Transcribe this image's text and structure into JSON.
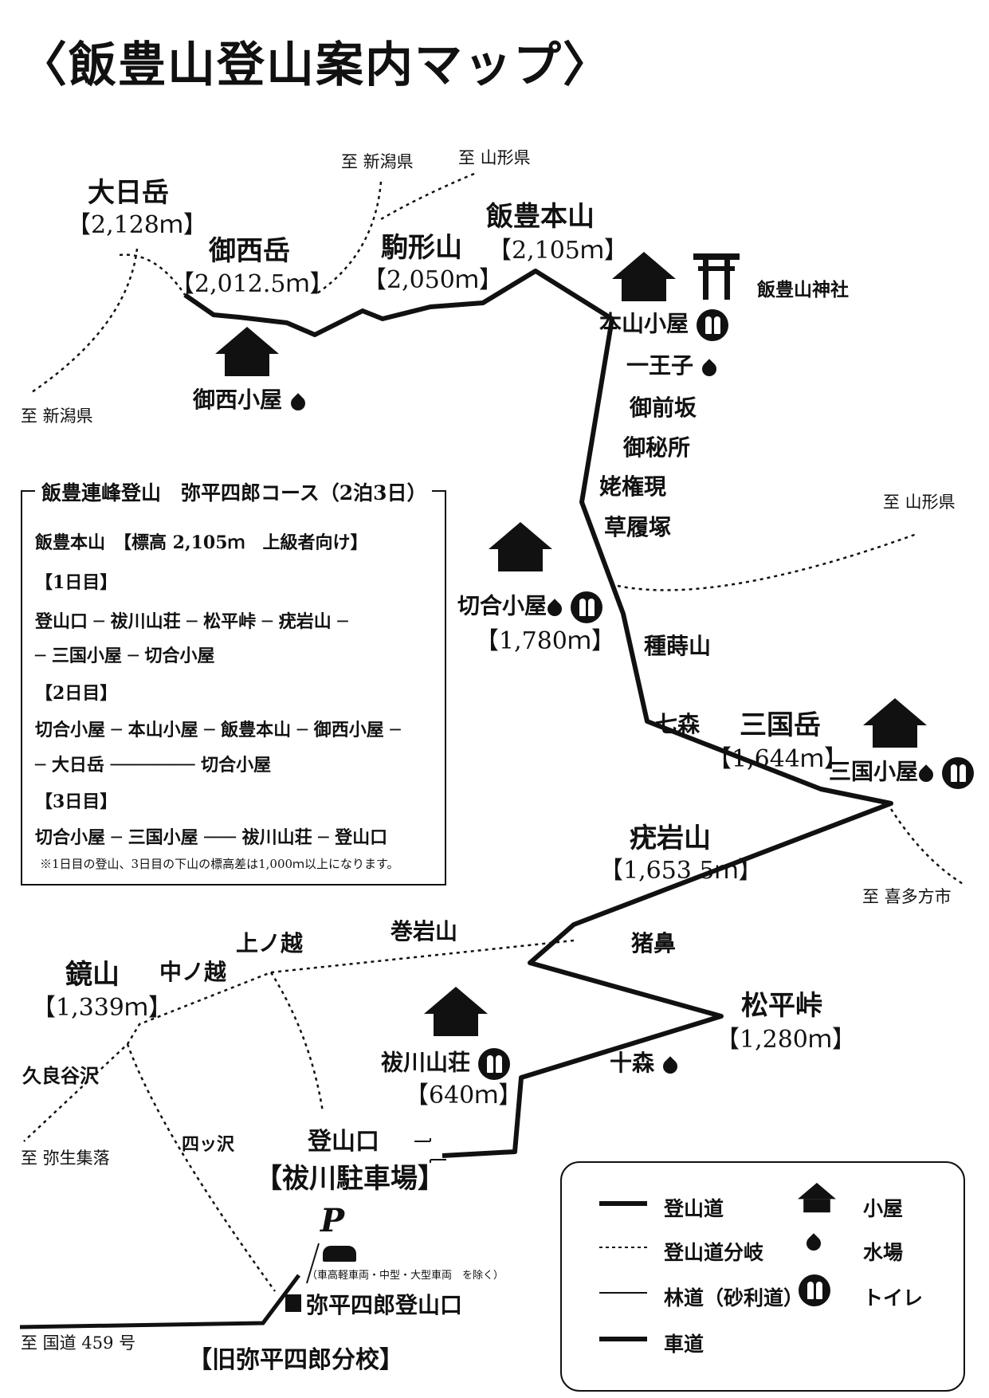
{
  "title": "〈飯豊山登山案内マップ〉",
  "peaks": {
    "dainichi": {
      "name": "大日岳",
      "elev": "【2,128ｍ】"
    },
    "onishi": {
      "name": "御西岳",
      "elev": "【2,012.5ｍ】"
    },
    "komagata": {
      "name": "駒形山",
      "elev": "【2,050ｍ】"
    },
    "iide_honzan": {
      "name": "飯豊本山",
      "elev": "【2,105ｍ】"
    },
    "mikuni": {
      "name": "三国岳",
      "elev": "【1,644ｍ】"
    },
    "kiwamaru": {
      "name": "疣岩山",
      "elev": "【1,653.5ｍ】"
    },
    "matsudaira": {
      "name": "松平峠",
      "elev": "【1,280ｍ】"
    },
    "kagami": {
      "name": "鏡山",
      "elev": "【1,339ｍ】"
    }
  },
  "huts": {
    "onishi": "御西小屋",
    "honzan": "本山小屋",
    "kiriai": {
      "name": "切合小屋",
      "elev": "【1,780ｍ】"
    },
    "mikuni": "三国小屋",
    "kayokawa": {
      "name": "祓川山荘",
      "elev": "【640ｍ】"
    }
  },
  "places": {
    "shrine": "飯豊山神社",
    "ichioji": "一王子",
    "gozenzaka": "御前坂",
    "ohisho": "御秘所",
    "ubagongen": "姥権現",
    "zoriduka": "草履塚",
    "taneirayama": "種蒔山",
    "shichimori": "七森",
    "inohana": "猪鼻",
    "jumori": "十森",
    "makiiwayama": "巻岩山",
    "kaminokoshi": "上ノ越",
    "nakanokoshi": "中ノ越",
    "kuraya": "久良谷沢",
    "yotsuya": "四ッ沢",
    "trailhead": "登山口",
    "parking": "【祓川駐車場】",
    "parking_p": "P",
    "car_note": "（車高軽車両・中型・大型車両　を除く）",
    "yaheishiro_trailhead": "弥平四郎登山口",
    "old_school": "【旧弥平四郎分校】"
  },
  "directions": {
    "niigata_left": "至 新潟県",
    "niigata_top": "至 新潟県",
    "yamagata_top": "至 山形県",
    "yamagata_right": "至 山形県",
    "kitakata": "至 喜多方市",
    "yayoi": "至 弥生集落",
    "route459": "至 国道 459 号"
  },
  "course": {
    "caption": "飯豊連峰登山　弥平四郎コース（2泊3日）",
    "lines": [
      "飯豊本山　【標高 2,105ｍ　上級者向け】",
      "【1日目】",
      "登山口 ─ 祓川山荘 ─ 松平峠 ─ 疣岩山 ─",
      "─ 三国小屋 ─ 切合小屋",
      "【2日目】",
      "切合小屋 ─ 本山小屋 ─ 飯豊本山 ─ 御西小屋 ─",
      "─ 大日岳 ──────── 切合小屋",
      "【3日目】",
      "切合小屋 ─ 三国小屋 ─── 祓川山荘 ─ 登山口"
    ],
    "note": "※1日目の登山、3日目の下山の標高差は1,000ｍ以上になります。"
  },
  "legend": {
    "trail": "登山道",
    "branch": "登山道分岐",
    "forest_road": "林道（砂利道）",
    "car_road": "車道",
    "hut": "小屋",
    "water": "水場",
    "toilet": "トイレ"
  },
  "icons": [
    "hut-icon",
    "water-drop-icon",
    "toilet-icon",
    "torii-icon",
    "car-icon",
    "parking-icon",
    "mailbox-icon"
  ]
}
